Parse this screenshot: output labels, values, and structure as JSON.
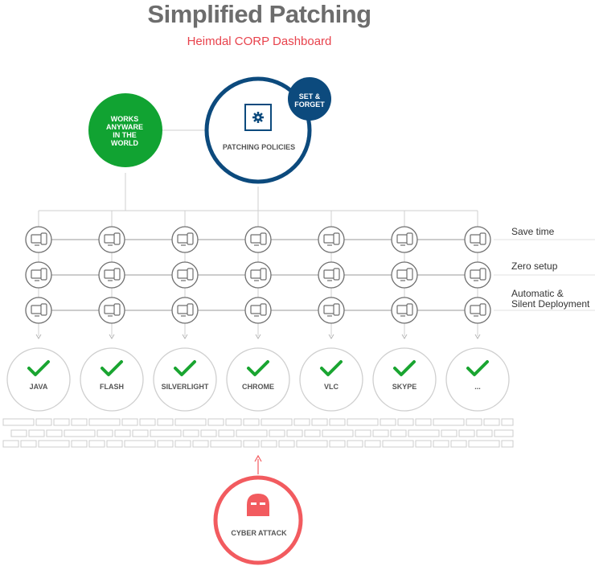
{
  "header": {
    "title": "Simplified Patching",
    "subtitle": "Heimdal CORP Dashboard"
  },
  "nodes": {
    "works_anywhere": "WORKS\nANYWARE\nIN THE\nWORLD",
    "patching_policies": "PATCHING POLICIES",
    "set_forget": "SET &\nFORGET",
    "cyber_attack": "CYBER ATTACK"
  },
  "benefits": [
    "Save time",
    "Zero setup",
    "Automatic &\nSilent Deployment"
  ],
  "products": [
    "JAVA",
    "FLASH",
    "SILVERLIGHT",
    "CHROME",
    "VLC",
    "SKYPE",
    "..."
  ],
  "colors": {
    "green": "#11a332",
    "navy": "#0c4a7d",
    "red": "#f25b5f",
    "check": "#1aa531",
    "title": "#6d6d6d",
    "subtitle": "#e8424c"
  },
  "icons": {
    "policy": "gear-icon",
    "device": "computer-icon",
    "status": "checkmark-icon",
    "attacker": "hacker-icon"
  }
}
